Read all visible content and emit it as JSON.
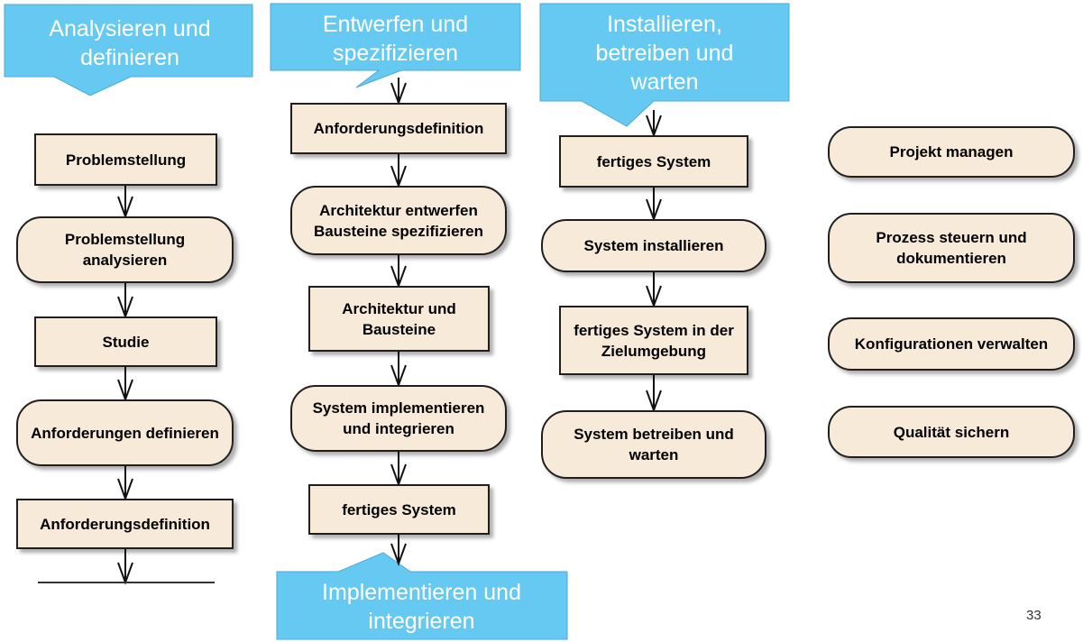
{
  "callouts": {
    "analyse": "Analysieren und\ndefinieren",
    "entwurf": "Entwerfen und\nspezifizieren",
    "betrieb": "Installieren,\nbetreiben und\nwarten",
    "implementierung": "Implementieren und\nintegrieren"
  },
  "column1": {
    "problemstellung": "Problemstellung",
    "problemstellung_analysieren": "Problemstellung\nanalysieren",
    "studie": "Studie",
    "anforderungen_definieren": "Anforderungen definieren",
    "anforderungsdefinition": "Anforderungsdefinition"
  },
  "column2": {
    "anforderungsdefinition": "Anforderungsdefinition",
    "architektur_entwerfen": "Architektur entwerfen\nBausteine spezifizieren",
    "architektur_bausteine": "Architektur und\nBausteine",
    "system_implementieren": "System implementieren\nund integrieren",
    "fertiges_system": "fertiges System"
  },
  "column3": {
    "fertiges_system": "fertiges System",
    "system_installieren": "System installieren",
    "fertiges_system_zielumgebung": "fertiges System in der\nZielumgebung",
    "system_betreiben": "System betreiben und\nwarten"
  },
  "support": {
    "projekt": "Projekt managen",
    "prozess": "Prozess steuern und\ndokumentieren",
    "konfiguration": "Konfigurationen verwalten",
    "qualitaet": "Qualität sichern"
  },
  "page_number": "33",
  "colors": {
    "callout_fill": "#66c9f2",
    "callout_stroke": "#4ba9d6",
    "node_fill": "#f7ead9",
    "node_stroke": "#1f1f1f"
  }
}
